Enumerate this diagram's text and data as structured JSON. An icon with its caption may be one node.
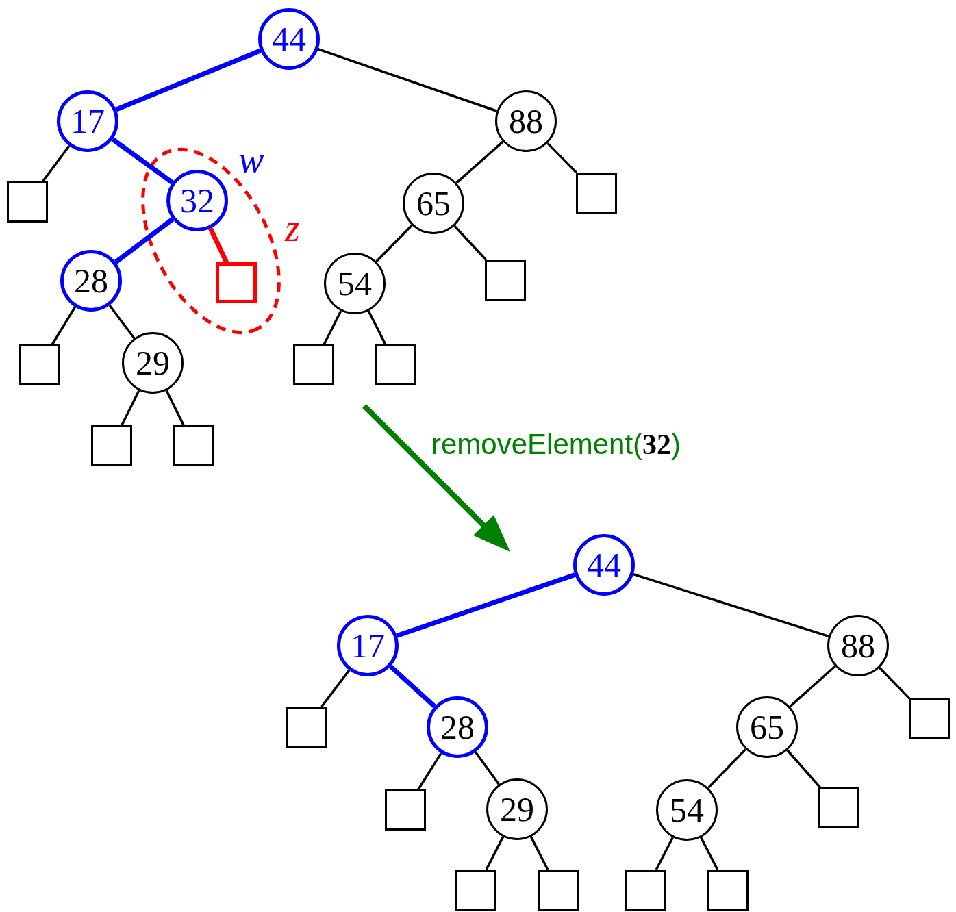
{
  "diagram": {
    "nodes": [
      {
        "text": [
          "44"
        ]
      },
      {
        "text": [
          "17"
        ]
      },
      {
        "text": [
          "88"
        ]
      },
      {
        "text": [],
        "shape": "box"
      },
      {
        "text": [
          "32"
        ]
      },
      {
        "text": [
          "28"
        ]
      },
      {
        "text": [],
        "shape": "box"
      },
      {
        "text": [],
        "shape": "box"
      },
      {
        "text": [
          "29"
        ]
      },
      {
        "text": [],
        "shape": "box"
      },
      {
        "text": [],
        "shape": "box"
      },
      {
        "text": [
          "65"
        ]
      },
      {
        "text": [],
        "shape": "box"
      },
      {
        "text": [
          "54"
        ]
      },
      {
        "text": [],
        "shape": "box"
      },
      {
        "text": [],
        "shape": "box"
      },
      {
        "text": [],
        "shape": "box"
      },
      {
        "text": [
          "44"
        ]
      },
      {
        "text": [
          "17"
        ]
      },
      {
        "text": [
          "88"
        ]
      },
      {
        "text": [],
        "shape": "box"
      },
      {
        "text": [
          "28"
        ]
      },
      {
        "text": [
          "65"
        ]
      },
      {
        "text": [],
        "shape": "box"
      },
      {
        "text": [],
        "shape": "box"
      },
      {
        "text": [
          "29"
        ]
      },
      {
        "text": [
          "54"
        ]
      },
      {
        "text": [],
        "shape": "box"
      },
      {
        "text": [],
        "shape": "box"
      },
      {
        "text": [],
        "shape": "box"
      },
      {
        "text": [],
        "shape": "box"
      },
      {
        "text": [],
        "shape": "box"
      }
    ],
    "edges": [
      {
        "from": 0,
        "to": 1,
        "arrow": "none",
        "style": "thick",
        "color": "#0000ff"
      },
      {
        "from": 0,
        "to": 2,
        "arrow": "none"
      },
      {
        "from": 1,
        "to": 3,
        "arrow": "none"
      },
      {
        "from": 1,
        "to": 4,
        "arrow": "none",
        "style": "thick",
        "color": "#0000ff"
      },
      {
        "from": 4,
        "to": 5,
        "arrow": "none",
        "style": "thick",
        "color": "#0000ff"
      },
      {
        "from": 4,
        "to": 6,
        "arrow": "none",
        "style": "thick",
        "color": "#ff0000"
      },
      {
        "from": 5,
        "to": 7,
        "arrow": "none"
      },
      {
        "from": 5,
        "to": 8,
        "arrow": "none"
      },
      {
        "from": 8,
        "to": 9,
        "arrow": "none"
      },
      {
        "from": 8,
        "to": 10,
        "arrow": "none"
      },
      {
        "from": 2,
        "to": 11,
        "arrow": "none"
      },
      {
        "from": 2,
        "to": 12,
        "arrow": "none"
      },
      {
        "from": 11,
        "to": 13,
        "arrow": "none"
      },
      {
        "from": 11,
        "to": 14,
        "arrow": "none"
      },
      {
        "from": 13,
        "to": 15,
        "arrow": "none"
      },
      {
        "from": 13,
        "to": 16,
        "arrow": "none"
      },
      {
        "from": 17,
        "to": 18,
        "arrow": "none",
        "style": "thick",
        "color": "#0000ff"
      },
      {
        "from": 17,
        "to": 19,
        "arrow": "none"
      },
      {
        "from": 18,
        "to": 20,
        "arrow": "none"
      },
      {
        "from": 18,
        "to": 21,
        "arrow": "none",
        "style": "thick",
        "color": "#0000ff"
      },
      {
        "from": 21,
        "to": 24,
        "arrow": "none"
      },
      {
        "from": 21,
        "to": 25,
        "arrow": "none"
      },
      {
        "from": 25,
        "to": 28,
        "arrow": "none"
      },
      {
        "from": 25,
        "to": 29,
        "arrow": "none"
      },
      {
        "from": 19,
        "to": 22,
        "arrow": "none"
      },
      {
        "from": 19,
        "to": 23,
        "arrow": "none"
      },
      {
        "from": 22,
        "to": 26,
        "arrow": "none"
      },
      {
        "from": 22,
        "to": 27,
        "arrow": "none"
      },
      {
        "from": 26,
        "to": 30,
        "arrow": "none"
      },
      {
        "from": 26,
        "to": 31,
        "arrow": "none"
      }
    ],
    "labels": [
      "w",
      "z",
      "removeElement(**32**)"
    ]
  }
}
